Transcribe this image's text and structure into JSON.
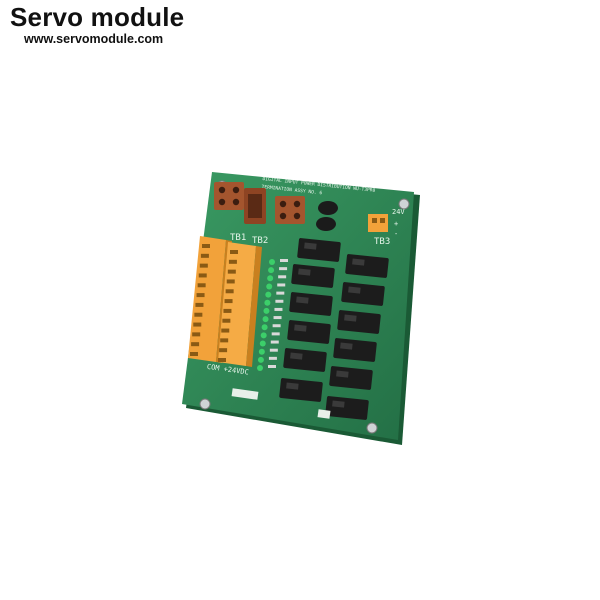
{
  "header": {
    "brand": "Servo module",
    "url": "www.servomodule.com"
  },
  "board": {
    "silkscreen_line1": "DIGITAL INPUT POWER DISTRIBUTION WU-T3PR0",
    "silkscreen_line2": "TERMINATION ASSY NO. 6",
    "tb1": "TB1",
    "tb2": "TB2",
    "tb3": "TB3",
    "v24": "24V",
    "plus": "+",
    "minus": "-",
    "bottom_label": "COM +24VDC",
    "pcb_color": "#2f8a57",
    "terminal_color": "#f2a23a",
    "connector_color": "#a4552e",
    "relay_color": "#1c1c1c",
    "led_color": "#3ccf6a"
  }
}
